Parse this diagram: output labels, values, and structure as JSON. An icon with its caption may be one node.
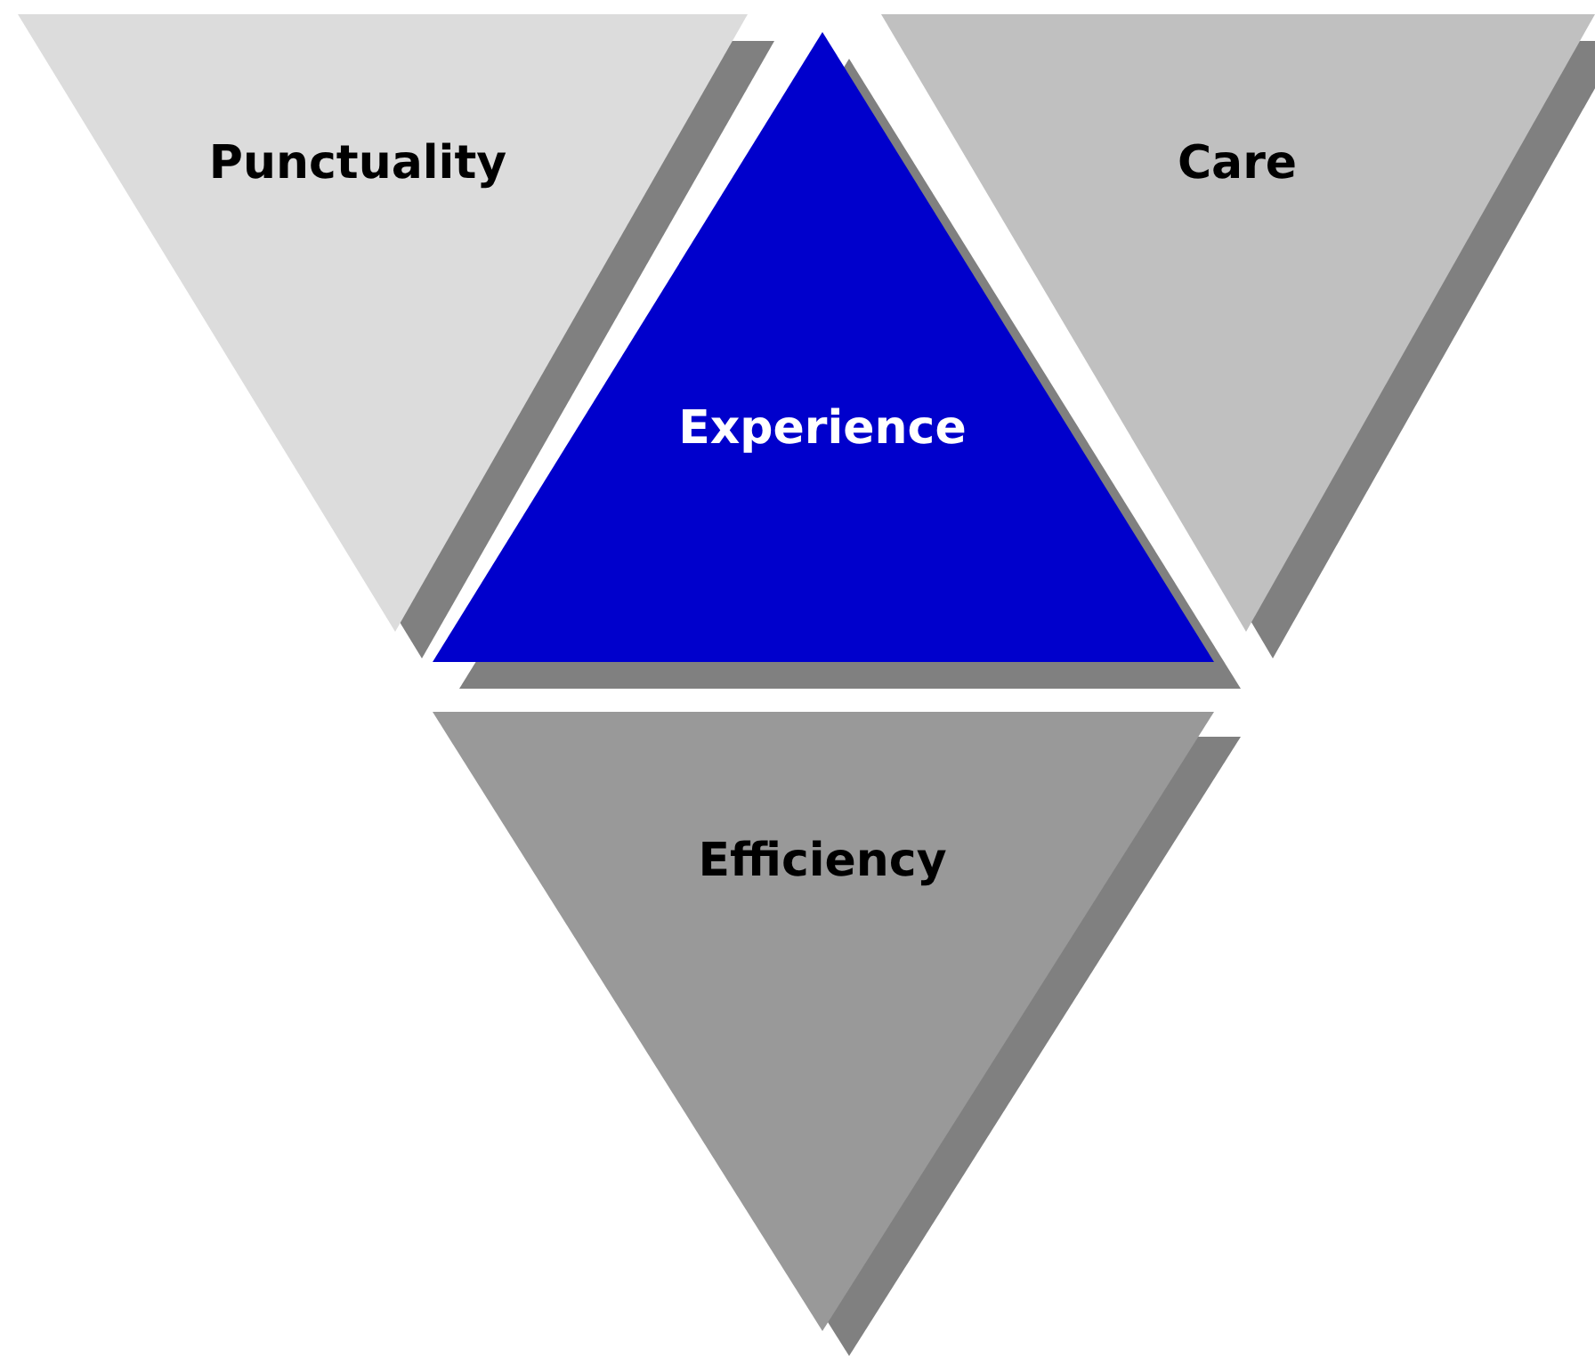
{
  "diagram": {
    "nodes": [
      {
        "text": [
          "Punctuality"
        ]
      },
      {
        "text": [
          "Experience"
        ]
      },
      {
        "text": [
          "Care"
        ]
      },
      {
        "text": [
          "Efficiency"
        ]
      }
    ]
  }
}
